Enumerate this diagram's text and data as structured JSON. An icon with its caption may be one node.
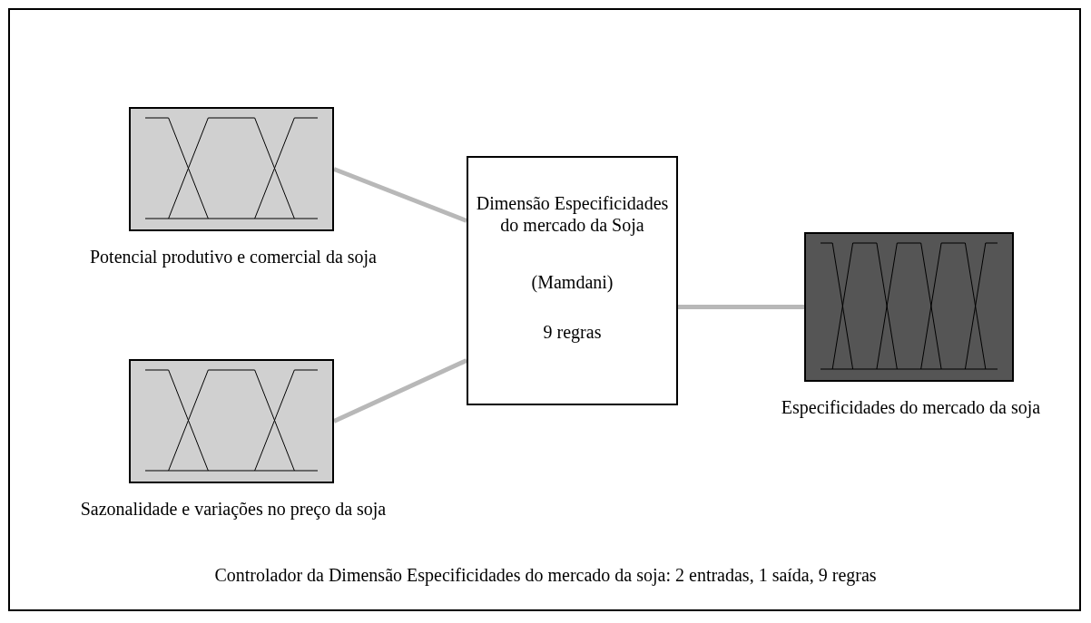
{
  "diagram": {
    "caption": "Controlador da Dimensão Especificidades do mercado da soja: 2 entradas, 1 saída, 9 regras",
    "nodes": [
      {
        "text": [
          "Potencial produtivo e comercial da soja"
        ]
      },
      {
        "text": [
          "Sazonalidade e variações no preço da soja"
        ]
      },
      {
        "text": [
          "Dimensão Especificidades do mercado da Soja",
          "(Mamdani)",
          "9 regras"
        ]
      },
      {
        "text": [
          "Especificidades do mercado da soja"
        ]
      }
    ],
    "edges": [
      {
        "from": 0,
        "to": 2,
        "arrow": "none"
      },
      {
        "from": 1,
        "to": 2,
        "arrow": "none"
      },
      {
        "from": 2,
        "to": 3,
        "arrow": "none"
      }
    ]
  }
}
